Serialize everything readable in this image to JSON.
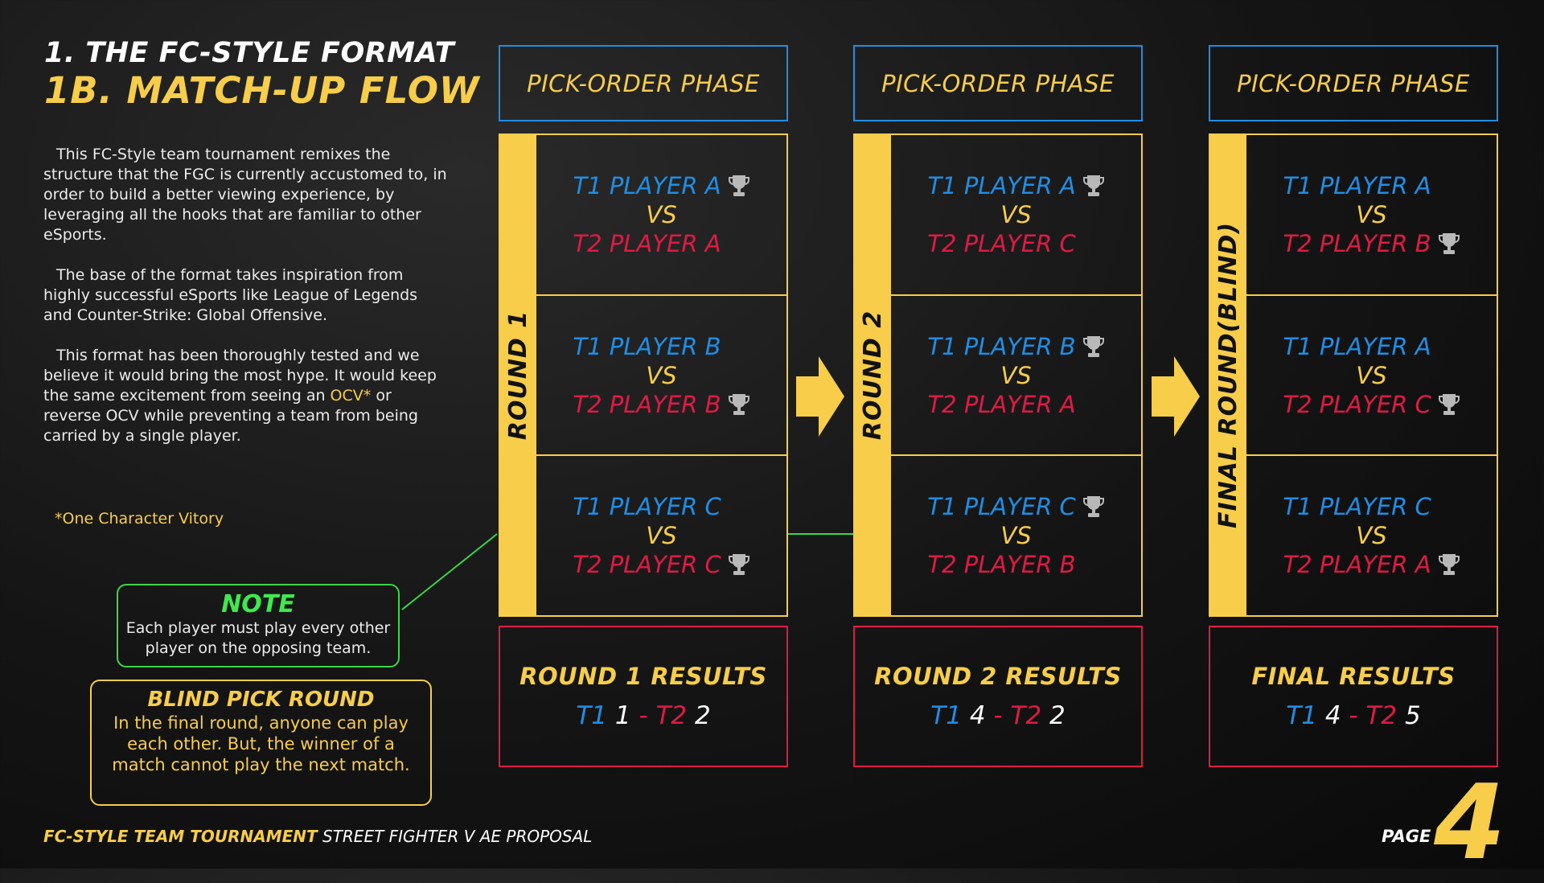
{
  "header": {
    "title_line1": "1. THE FC-STYLE FORMAT",
    "title_line2": "1B. MATCH-UP FLOW"
  },
  "intro": {
    "p1": "This FC-Style team tournament remixes the structure that the FGC is currently accustomed to, in order to build a better viewing experience, by leveraging all the hooks that are familiar to other eSports.",
    "p2": "The base of the format takes inspiration from highly successful eSports like League of Legends and Counter-Strike: Global Offensive.",
    "p3_before": "This format has been thoroughly tested and we believe it would bring the most hype. It would keep the same excitement from seeing an ",
    "p3_highlight": "OCV*",
    "p3_after": " or reverse OCV while preventing a team from being carried by a single player."
  },
  "footnote": "*One Character Vitory",
  "note": {
    "title": "NOTE",
    "text": "Each player must play every other player on the opposing team."
  },
  "blind_pick": {
    "title": "BLIND PICK ROUND",
    "text": "In the final round, anyone can play each other.  But, the winner of a match cannot play the next match."
  },
  "columns": [
    {
      "phase": "PICK-ORDER PHASE",
      "round_label": "ROUND 1",
      "matches": [
        {
          "t1": "T1 PLAYER A",
          "vs": "VS",
          "t2": "T2 PLAYER A",
          "winner": "t1"
        },
        {
          "t1": "T1 PLAYER B",
          "vs": "VS",
          "t2": "T2 PLAYER B",
          "winner": "t2"
        },
        {
          "t1": "T1 PLAYER C",
          "vs": "VS",
          "t2": "T2 PLAYER C",
          "winner": "t2"
        }
      ],
      "results_title": "ROUND 1 RESULTS",
      "score": {
        "t1_label": "T1",
        "t1_score": "1",
        "dash": "-",
        "t2_label": "T2",
        "t2_score": "2"
      }
    },
    {
      "phase": "PICK-ORDER PHASE",
      "round_label": "ROUND 2",
      "matches": [
        {
          "t1": "T1 PLAYER A",
          "vs": "VS",
          "t2": "T2 PLAYER C",
          "winner": "t1"
        },
        {
          "t1": "T1 PLAYER B",
          "vs": "VS",
          "t2": "T2 PLAYER A",
          "winner": "t1"
        },
        {
          "t1": "T1 PLAYER C",
          "vs": "VS",
          "t2": "T2 PLAYER B",
          "winner": "t1"
        }
      ],
      "results_title": "ROUND 2 RESULTS",
      "score": {
        "t1_label": "T1",
        "t1_score": "4",
        "dash": "-",
        "t2_label": "T2",
        "t2_score": "2"
      }
    },
    {
      "phase": "PICK-ORDER PHASE",
      "round_label": "FINAL ROUND(BLIND)",
      "matches": [
        {
          "t1": "T1 PLAYER A",
          "vs": "VS",
          "t2": "T2 PLAYER B",
          "winner": "t2"
        },
        {
          "t1": "T1 PLAYER A",
          "vs": "VS",
          "t2": "T2 PLAYER C",
          "winner": "t2"
        },
        {
          "t1": "T1 PLAYER C",
          "vs": "VS",
          "t2": "T2 PLAYER A",
          "winner": "t2"
        }
      ],
      "results_title": "FINAL RESULTS",
      "score": {
        "t1_label": "T1",
        "t1_score": "4",
        "dash": "-",
        "t2_label": "T2",
        "t2_score": "5"
      }
    }
  ],
  "footer": {
    "bold": "FC-STYLE TEAM TOURNAMENT",
    "rest": " STREET FIGHTER V AE PROPOSAL",
    "page_label": "PAGE",
    "page_number": "4"
  },
  "colors": {
    "accent_yellow": "#f7cd4a",
    "team1_blue": "#1e8ee6",
    "team2_red": "#e01a45",
    "note_green": "#3ee94f"
  },
  "icons": [
    "trophy-icon",
    "arrow-right-icon"
  ]
}
